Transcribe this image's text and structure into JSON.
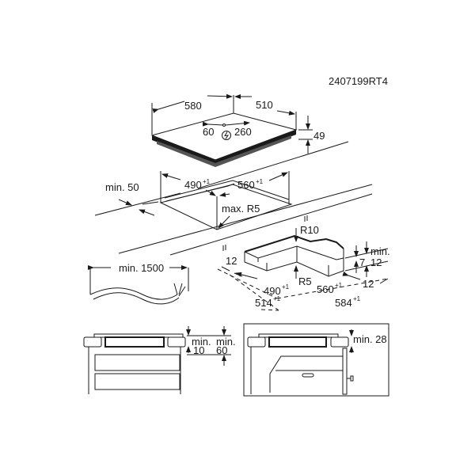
{
  "drawing_id": "2407199RT4",
  "hob": {
    "width": "580",
    "depth": "510",
    "height": "49",
    "conn_offset_a": "60",
    "conn_offset_b": "260",
    "icon": "electrical-connection-icon"
  },
  "cutout": {
    "depth": "490",
    "depth_tol": "+1",
    "width": "560",
    "width_tol": "+1",
    "min_front": "min. 50",
    "max_radius": "max. R5"
  },
  "recess": {
    "r10": "R10",
    "r5": "R5",
    "side_12": "12",
    "min_label": "min.",
    "min_12": "12",
    "depth_7": "7",
    "front_12": "12",
    "inner_depth": "490",
    "inner_depth_tol": "+1",
    "inner_width": "560",
    "inner_width_tol": "+1",
    "outer_depth": "514",
    "outer_depth_tol": "+1",
    "outer_width": "584",
    "outer_width_tol": "+1"
  },
  "cable": {
    "length": "min. 1500"
  },
  "section_drawers": {
    "min_label_a": "min.",
    "min_value_a": "10",
    "min_label_b": "min.",
    "min_value_b": "60"
  },
  "section_oven": {
    "min_label": "min. 28"
  }
}
